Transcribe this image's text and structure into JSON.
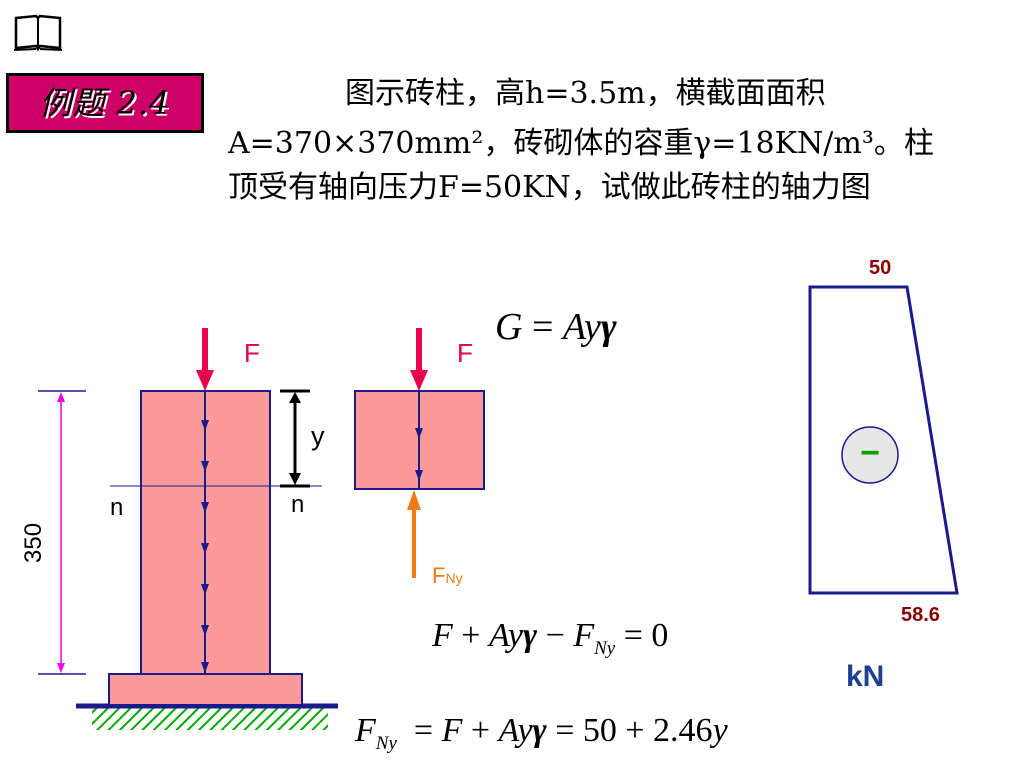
{
  "header": {
    "badge_label": "例题 2.4",
    "problem_lines": [
      "图示砖柱，高h=3.5m，横截面面积",
      "A=370×370mm²，砖砌体的容重γ=18KN/m³。柱",
      "顶受有轴向压力F=50KN，试做此砖柱的轴力图"
    ]
  },
  "figure": {
    "height_label": "350",
    "force_label": "F",
    "segment_label": "y",
    "section_left": "n",
    "section_right": "n",
    "fny_main": "F",
    "fny_sub": "Ny"
  },
  "formulas": {
    "gravity": {
      "G": "G",
      "eq": " = ",
      "A": "A",
      "y": "y",
      "g": "γ"
    },
    "equilibrium": {
      "F": "F",
      "p1": " + ",
      "A": "A",
      "y": "y",
      "g": "γ",
      "m1": " − ",
      "FN": "F",
      "FN_sub": "Ny",
      "rest": " = 0"
    },
    "result": {
      "FN": "F",
      "FN_sub": "Ny",
      "eq1": "  = ",
      "F": "F",
      "p1": " + ",
      "A": "A",
      "y": "y",
      "g": "γ",
      "eq2": " = 50 + 2.46",
      "yy": "y"
    }
  },
  "axial_diagram": {
    "top_value": "50",
    "bottom_value": "58.6",
    "sign": "−",
    "unit": "kN"
  },
  "colors": {
    "column_fill": "#fa9a9a",
    "outline": "#1a1a8c",
    "force_arrow": "#e8004f",
    "fny_arrow": "#f07a1a",
    "dimension": "#ee00ee",
    "ground_hatch": "#00aa00",
    "badge": "#cc0066"
  }
}
